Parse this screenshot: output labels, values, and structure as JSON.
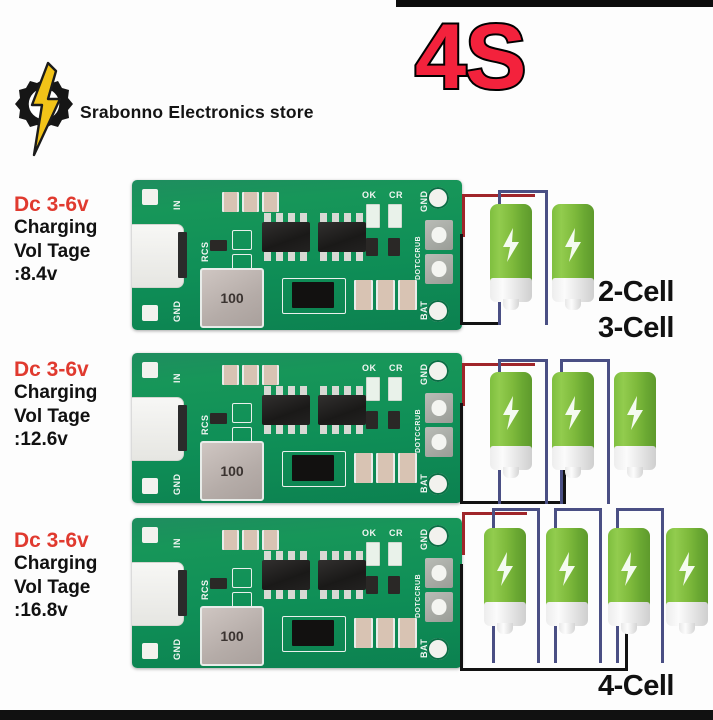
{
  "header": {
    "brand_name": "Srabonno Electronics store",
    "badge": "4S",
    "logo_icon": "gear-lightning-bolt-logo",
    "badge_color": "#f3223c",
    "badge_outline_color": "#000000"
  },
  "boards": [
    {
      "id": "board-2cell",
      "input_label": "Dc 3-6v",
      "charging_label": "Charging",
      "voltage_label": "Vol Tage",
      "voltage_value": ":8.4v",
      "silkscreen": {
        "input": "IN",
        "ground_left": "GND",
        "rcs": "RCS",
        "ok": "OK",
        "cr": "CR",
        "gnd": "GND",
        "bat": "BAT",
        "part_number": "DOTCCRUB",
        "inductor": "100"
      },
      "cells": 2,
      "cell_label": "2-Cell"
    },
    {
      "id": "board-3cell",
      "input_label": "Dc 3-6v",
      "charging_label": "Charging",
      "voltage_label": "Vol Tage",
      "voltage_value": ":12.6v",
      "silkscreen": {
        "input": "IN",
        "ground_left": "GND",
        "rcs": "RCS",
        "ok": "OK",
        "cr": "CR",
        "gnd": "GND",
        "bat": "BAT",
        "part_number": "DOTCCRUB",
        "inductor": "100"
      },
      "cells": 3,
      "cell_label": "3-Cell"
    },
    {
      "id": "board-4cell",
      "input_label": "Dc 3-6v",
      "charging_label": "Charging",
      "voltage_label": "Vol Tage",
      "voltage_value": ":16.8v",
      "silkscreen": {
        "input": "IN",
        "ground_left": "GND",
        "rcs": "RCS",
        "ok": "OK",
        "cr": "CR",
        "gnd": "GND",
        "bat": "BAT",
        "part_number": "DOTCCRUB",
        "inductor": "100"
      },
      "cells": 4,
      "cell_label": "4-Cell"
    }
  ],
  "colors": {
    "pcb_green": "#128f57",
    "label_red": "#e03a2f",
    "label_black": "#111111",
    "battery_green": "#7db93b",
    "wire_positive": "#a0252a",
    "wire_negative": "#121212",
    "wire_series": "#4a4f84",
    "background": "#fdfdfd"
  }
}
